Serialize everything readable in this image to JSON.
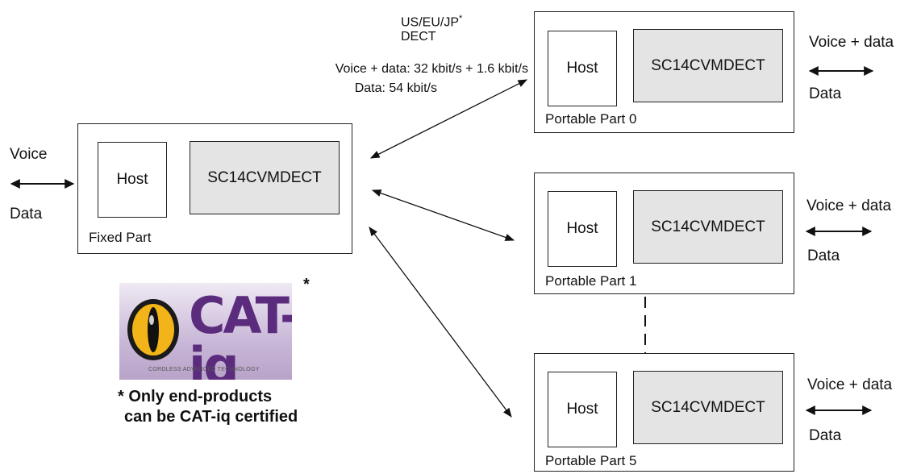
{
  "radio": {
    "standard_line1": "US/EU/JP",
    "standard_asterisk": "*",
    "standard_line2": "DECT",
    "rate_line1": "Voice + data: 32 kbit/s + 1.6 kbit/s",
    "rate_line2": "Data: 54 kbit/s"
  },
  "fixed_part": {
    "host_label": "Host",
    "chip_label": "SC14CVMDECT",
    "caption": "Fixed Part",
    "io_top": "Voice",
    "io_bottom": "Data"
  },
  "portable_parts": [
    {
      "host_label": "Host",
      "chip_label": "SC14CVMDECT",
      "caption": "Portable Part 0",
      "io_top": "Voice + data",
      "io_bottom": "Data"
    },
    {
      "host_label": "Host",
      "chip_label": "SC14CVMDECT",
      "caption": "Portable Part 1",
      "io_top": "Voice + data",
      "io_bottom": "Data"
    },
    {
      "host_label": "Host",
      "chip_label": "SC14CVMDECT",
      "caption": "Portable Part 5",
      "io_top": "Voice + data",
      "io_bottom": "Data"
    }
  ],
  "logo": {
    "wordmark": "CAT-iq",
    "tagline": "CORDLESS ADVANCED TECHNOLOGY",
    "asterisk": "*"
  },
  "footnote": {
    "line1": "* Only end-products",
    "line2": "can be CAT-iq certified"
  },
  "colors": {
    "chip_fill": "#e4e4e4",
    "logo_purple": "#5b2c7d"
  }
}
